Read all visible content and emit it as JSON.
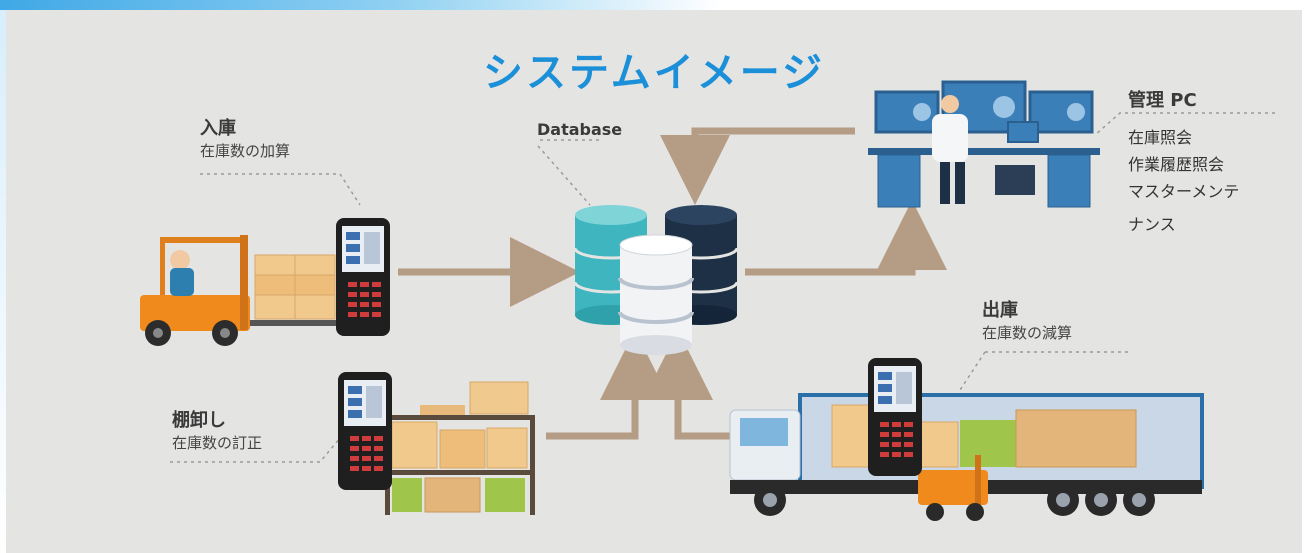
{
  "title": "システムイメージ",
  "database": {
    "label": "Database"
  },
  "inbound": {
    "heading": "入庫",
    "sub": "在庫数の加算"
  },
  "inventory": {
    "heading": "棚卸し",
    "sub": "在庫数の訂正"
  },
  "outbound": {
    "heading": "出庫",
    "sub": "在庫数の減算"
  },
  "admin": {
    "heading": "管理 PC",
    "items": [
      "在庫照会",
      "作業履歴照会",
      "マスターメンテ",
      "ナンス"
    ]
  },
  "colors": {
    "title": "#1b8fd8",
    "arrow": "#b59d85",
    "background": "#e4e4e3",
    "db_teal": "#3eb5bf",
    "db_navy": "#1d3046",
    "db_white": "#f2f3f5"
  }
}
